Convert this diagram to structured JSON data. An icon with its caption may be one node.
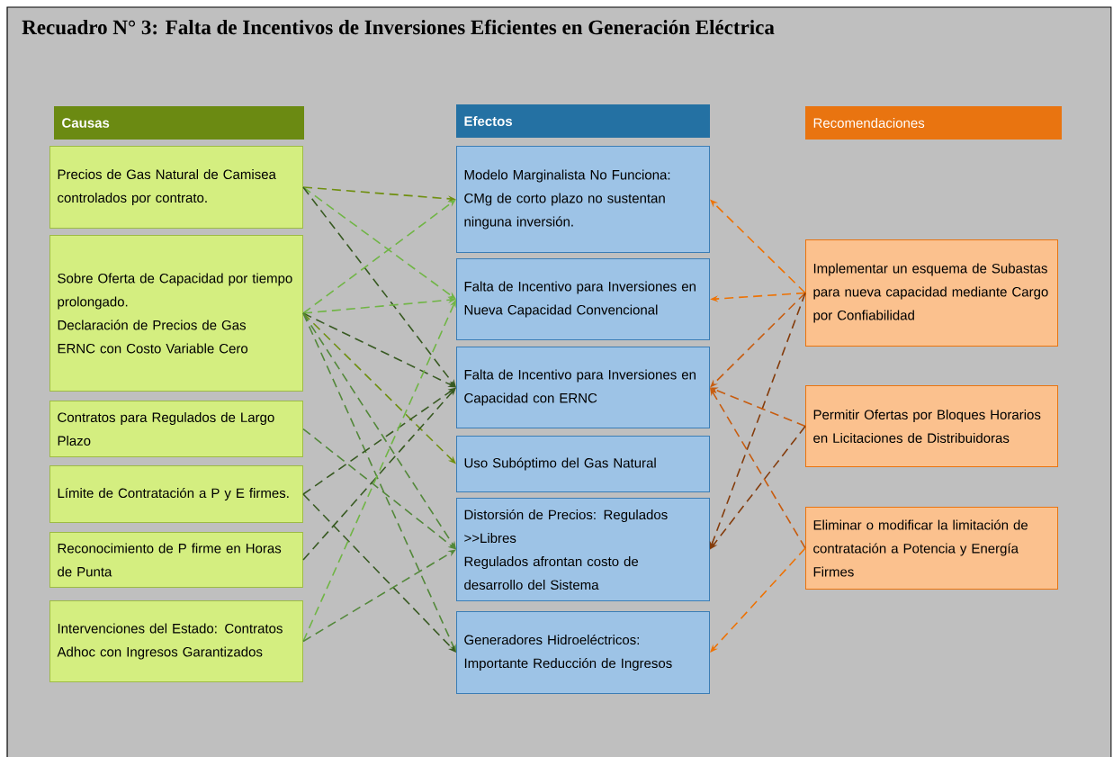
{
  "diagram": {
    "title": "Recuadro N° 3: Falta de Incentivos de Inversiones Eficientes en Generación Eléctrica",
    "nodes": [
      {
        "text": [
          "Causas"
        ]
      },
      {
        "text": [
          "Efectos"
        ]
      },
      {
        "text": [
          "Recomendaciones"
        ]
      },
      {
        "text": [
          "Precios de Gas Natural de Camisea controlados por contrato."
        ]
      },
      {
        "text": [
          "Sobre Oferta de Capacidad por tiempo prolongado.",
          "Declaración de Precios de Gas",
          "ERNC con Costo Variable Cero"
        ]
      },
      {
        "text": [
          "Contratos para Regulados de Largo Plazo"
        ]
      },
      {
        "text": [
          "Límite de Contratación a P y E firmes."
        ]
      },
      {
        "text": [
          "Reconocimiento de P firme en Horas de Punta"
        ]
      },
      {
        "text": [
          "Intervenciones del Estado: Contratos Adhoc con Ingresos Garantizados"
        ]
      },
      {
        "text": [
          "Modelo Marginalista No Funciona: CMg de corto plazo no sustentan ninguna inversión."
        ]
      },
      {
        "text": [
          "Falta de Incentivo para Inversiones en Nueva Capacidad Convencional"
        ]
      },
      {
        "text": [
          "Falta de Incentivo para Inversiones en Capacidad con ERNC"
        ]
      },
      {
        "text": [
          "Uso Subóptimo del Gas Natural"
        ]
      },
      {
        "text": [
          "Distorsión de Precios: Regulados >>Libres",
          "Regulados afrontan costo de desarrollo del Sistema"
        ]
      },
      {
        "text": [
          "Generadores Hidroeléctricos: Importante Reducción de Ingresos"
        ]
      },
      {
        "text": [
          "Implementar un esquema de Subastas para nueva capacidad mediante Cargo por Confiabilidad"
        ]
      },
      {
        "text": [
          "Permitir Ofertas por Bloques Horarios en Licitaciones de Distribuidoras"
        ]
      },
      {
        "text": [
          "Eliminar o modificar la limitación de contratación a Potencia y Energía Firmes"
        ]
      }
    ],
    "edges": [
      {
        "from": 3,
        "to": 9,
        "arrow": "to",
        "style": "dashed",
        "color": "#6f8f0f"
      },
      {
        "from": 3,
        "to": 10,
        "arrow": "to",
        "style": "dashed",
        "color": "#70b545"
      },
      {
        "from": 3,
        "to": 11,
        "arrow": "to",
        "style": "dashed",
        "color": "#385a22"
      },
      {
        "from": 4,
        "to": 9,
        "arrow": "to",
        "style": "dashed",
        "color": "#70b545"
      },
      {
        "from": 4,
        "to": 10,
        "arrow": "to",
        "style": "dashed",
        "color": "#70b545"
      },
      {
        "from": 4,
        "to": 11,
        "arrow": "to",
        "style": "dashed",
        "color": "#385a22"
      },
      {
        "from": 4,
        "to": 12,
        "arrow": "to",
        "style": "dashed",
        "color": "#6f8f0f"
      },
      {
        "from": 4,
        "to": 13,
        "arrow": "to",
        "style": "dashed",
        "color": "#53883a"
      },
      {
        "from": 4,
        "to": 14,
        "arrow": "to",
        "style": "dashed",
        "color": "#53883a"
      },
      {
        "from": 5,
        "to": 13,
        "arrow": "to",
        "style": "dashed",
        "color": "#53883a"
      },
      {
        "from": 6,
        "to": 11,
        "arrow": "to",
        "style": "dashed",
        "color": "#385a22"
      },
      {
        "from": 6,
        "to": 14,
        "arrow": "to",
        "style": "dashed",
        "color": "#385a22"
      },
      {
        "from": 7,
        "to": 11,
        "arrow": "to",
        "style": "dashed",
        "color": "#385a22"
      },
      {
        "from": 8,
        "to": 10,
        "arrow": "to",
        "style": "dashed",
        "color": "#70b545"
      },
      {
        "from": 8,
        "to": 13,
        "arrow": "to",
        "style": "dashed",
        "color": "#53883a"
      },
      {
        "from": 15,
        "to": 9,
        "arrow": "to",
        "style": "dashed",
        "color": "#ee7203"
      },
      {
        "from": 15,
        "to": 10,
        "arrow": "to",
        "style": "dashed",
        "color": "#ee7203"
      },
      {
        "from": 15,
        "to": 11,
        "arrow": "to",
        "style": "dashed",
        "color": "#c85c0e"
      },
      {
        "from": 15,
        "to": 13,
        "arrow": "to",
        "style": "dashed",
        "color": "#843c0c"
      },
      {
        "from": 16,
        "to": 11,
        "arrow": "to",
        "style": "dashed",
        "color": "#c85c0e"
      },
      {
        "from": 16,
        "to": 13,
        "arrow": "to",
        "style": "dashed",
        "color": "#843c0c"
      },
      {
        "from": 17,
        "to": 11,
        "arrow": "to",
        "style": "dashed",
        "color": "#c85c0e"
      },
      {
        "from": 17,
        "to": 14,
        "arrow": "to",
        "style": "dashed",
        "color": "#ee7203"
      }
    ]
  }
}
